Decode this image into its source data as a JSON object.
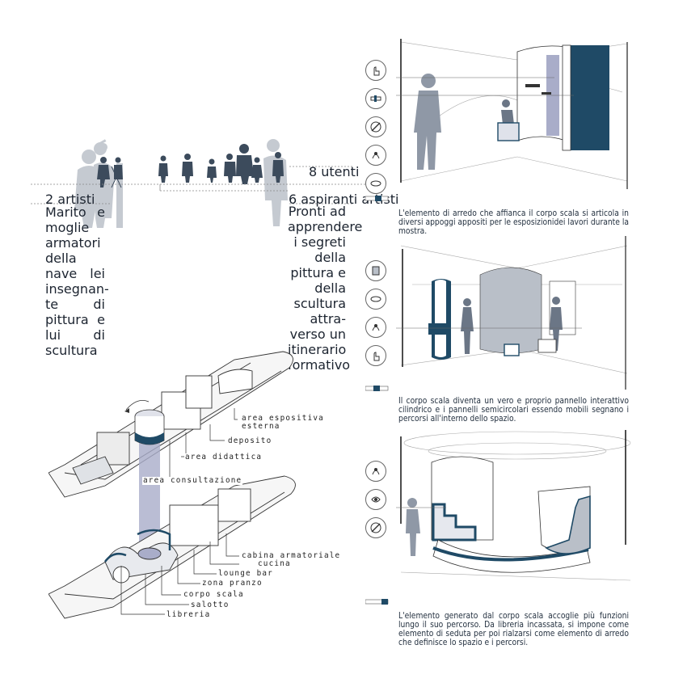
{
  "users": {
    "artists_label": "2 artisti",
    "artists_desc": "Marito e moglie armatori della nave lei insegnan- te di pittura e lui di scultura",
    "users_label": "8 utenti",
    "aspiring_label": "6 aspiranti artisti",
    "aspiring_desc": "Pronti ad apprendere i segreti della pittura e della scultura attra- verso un itinerario formativo"
  },
  "upper_deck_labels": {
    "area_espositiva": "area espositiva",
    "esterna": "esterna",
    "deposito": "deposito",
    "area_didattica": "area didattica",
    "area_consultazione": "area consultazione"
  },
  "lower_deck_labels": {
    "cabina_armatoriale": "cabina armatoriale",
    "cucina": "cucina",
    "lounge_bar": "lounge bar",
    "zona_pranzo": "zona pranzo",
    "corpo_scala": "corpo scala",
    "salotto": "salotto",
    "libreria": "libreria"
  },
  "panels": [
    {
      "caption": "L'elemento di arredo che affianca il corpo scala si articola in diversi appoggi appositi per le esposizionidei lavori durante la mostra.",
      "icons": [
        "hand-pointer-icon",
        "slider-icon",
        "no-touch-icon",
        "gesture-icon",
        "circle-icon"
      ]
    },
    {
      "caption": "Il corpo scala diventa un vero e proprio pannello interattivo cilindrico e i pannelli semicircolari essendo mobili segnano i percorsi all'interno dello spazio.",
      "icons": [
        "panel-icon",
        "circle-icon",
        "gesture-icon",
        "hand-pointer-icon"
      ]
    },
    {
      "caption": "L'elemento generato dal corpo scala accoglie più funzioni lungo il suo percorso. Da libreria incassata, si impone come elemento di seduta per poi rialzarsi come elemento di arredo che definisce lo spazio e i percorsi.",
      "icons": [
        "gesture-icon",
        "gesture-alt-icon",
        "no-touch-icon"
      ]
    }
  ],
  "colors": {
    "accent": "#1f4a66",
    "ghost": "#b9bfc8",
    "beam": "#a9adc9"
  }
}
